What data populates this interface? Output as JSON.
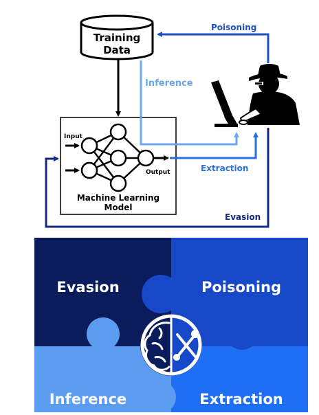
{
  "diagram": {
    "training_data": [
      "Training",
      "Data"
    ],
    "input_label": "Input",
    "output_label": "Output",
    "model_label": [
      "Machine Learning",
      "Model"
    ],
    "attacks": {
      "poisoning": "Poisoning",
      "inference": "Inference",
      "extraction": "Extraction",
      "evasion": "Evasion"
    }
  },
  "puzzle": {
    "top_left": "Evasion",
    "top_right": "Poisoning",
    "bottom_left": "Inference",
    "bottom_right": "Extraction"
  },
  "colors": {
    "poisoning": "#1f4fc2",
    "inference": "#6aa7ee",
    "extraction": "#2a6fe0",
    "evasion": "#14287f",
    "puzzle_top_left": "#0b1c5c",
    "puzzle_top_right": "#1648c8",
    "puzzle_bottom_left": "#5b9bf0",
    "puzzle_bottom_right": "#1f6ff5"
  },
  "icons": [
    "database-icon",
    "neural-network-icon",
    "computer-monitor-icon",
    "hacker-spy-icon",
    "brain-icon",
    "tools-icon"
  ]
}
